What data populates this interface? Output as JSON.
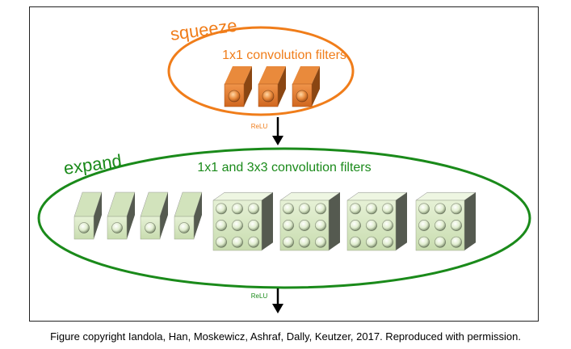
{
  "squeeze": {
    "title": "squeeze",
    "subtitle": "1x1 convolution filters",
    "color": "#f07d1a",
    "filter_count": 3
  },
  "expand": {
    "title": "expand",
    "subtitle": "1x1 and 3x3 convolution filters",
    "color": "#1a8a1a",
    "filters_1x1_count": 4,
    "filters_3x3_count": 4
  },
  "arrows": {
    "relu_squeeze": "ReLU",
    "relu_expand": "ReLU"
  },
  "caption": "Figure copyright Iandola, Han, Moskewicz, Ashraf, Dally, Keutzer, 2017. Reproduced with permission.",
  "colors": {
    "orange_front": "#e0782e",
    "orange_top": "#f7b77a",
    "orange_side": "#8a4612",
    "green_front": "#d9e8c4",
    "green_top": "#eef6e2",
    "green_side": "#555a50"
  }
}
